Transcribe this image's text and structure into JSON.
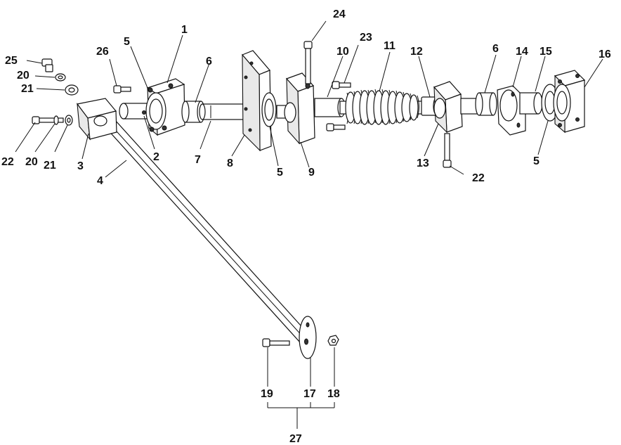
{
  "callouts": [
    {
      "id": "c1",
      "text": "1"
    },
    {
      "id": "c2",
      "text": "2"
    },
    {
      "id": "c3",
      "text": "3"
    },
    {
      "id": "c4",
      "text": "4"
    },
    {
      "id": "c5a",
      "text": "5"
    },
    {
      "id": "c5b",
      "text": "5"
    },
    {
      "id": "c5c",
      "text": "5"
    },
    {
      "id": "c6a",
      "text": "6"
    },
    {
      "id": "c6b",
      "text": "6"
    },
    {
      "id": "c7",
      "text": "7"
    },
    {
      "id": "c8",
      "text": "8"
    },
    {
      "id": "c9",
      "text": "9"
    },
    {
      "id": "c10",
      "text": "10"
    },
    {
      "id": "c11",
      "text": "11"
    },
    {
      "id": "c12",
      "text": "12"
    },
    {
      "id": "c13",
      "text": "13"
    },
    {
      "id": "c14",
      "text": "14"
    },
    {
      "id": "c15",
      "text": "15"
    },
    {
      "id": "c16",
      "text": "16"
    },
    {
      "id": "c17",
      "text": "17"
    },
    {
      "id": "c18",
      "text": "18"
    },
    {
      "id": "c19",
      "text": "19"
    },
    {
      "id": "c20a",
      "text": "20"
    },
    {
      "id": "c20b",
      "text": "20"
    },
    {
      "id": "c21a",
      "text": "21"
    },
    {
      "id": "c21b",
      "text": "21"
    },
    {
      "id": "c22a",
      "text": "22"
    },
    {
      "id": "c22b",
      "text": "22"
    },
    {
      "id": "c23",
      "text": "23"
    },
    {
      "id": "c24",
      "text": "24"
    },
    {
      "id": "c25",
      "text": "25"
    },
    {
      "id": "c26",
      "text": "26"
    },
    {
      "id": "c27",
      "text": "27"
    }
  ]
}
